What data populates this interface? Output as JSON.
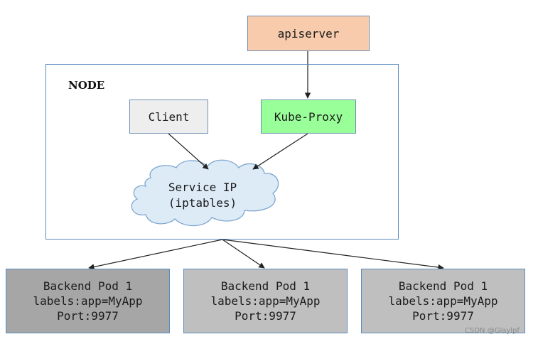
{
  "nodes": {
    "apiserver": "apiserver",
    "node_label": "NODE",
    "client": "Client",
    "kube_proxy": "Kube-Proxy",
    "service_ip": [
      "Service IP",
      "(iptables)"
    ],
    "pods": [
      {
        "title": "Backend Pod 1",
        "labels": "labels:app=MyApp",
        "port": "Port:9977"
      },
      {
        "title": "Backend Pod 1",
        "labels": "labels:app=MyApp",
        "port": "Port:9977"
      },
      {
        "title": "Backend Pod 1",
        "labels": "labels:app=MyApp",
        "port": "Port:9977"
      }
    ]
  },
  "edges": [
    {
      "from": "apiserver",
      "to": "kube_proxy"
    },
    {
      "from": "client",
      "to": "service_ip"
    },
    {
      "from": "kube_proxy",
      "to": "service_ip"
    },
    {
      "from": "node",
      "to": "pods.0"
    },
    {
      "from": "node",
      "to": "pods.1"
    },
    {
      "from": "node",
      "to": "pods.2"
    }
  ],
  "watermark": "CSDN @Glaylpf",
  "colors": {
    "apiserver_fill": "#f7cbac",
    "client_fill": "#eeeeee",
    "kube_proxy_fill": "#99ff99",
    "cloud_fill": "#ddebf7",
    "pod1_fill": "#a6a6a6",
    "pod_fill": "#bfbfbf",
    "border": "#5b8cc0"
  }
}
